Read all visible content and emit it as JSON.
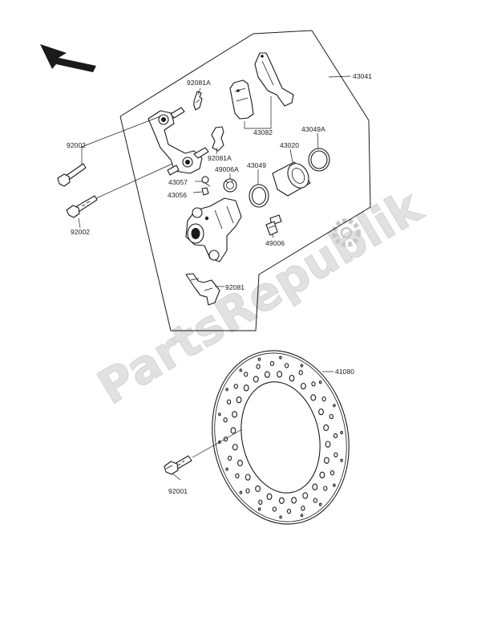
{
  "watermark": "PartsRepublik",
  "parts": {
    "p43041": "43041",
    "p92081A_top": "92081A",
    "p43082": "43082",
    "p43049A": "43049A",
    "p92002_top": "92002",
    "p92081A_mid": "92081A",
    "p43020": "43020",
    "p43049": "43049",
    "p49006A": "49006A",
    "p43057": "43057",
    "p43056": "43056",
    "p92002_bottom": "92002",
    "p49006": "49006",
    "p92081": "92081",
    "p41080": "41080",
    "p92001": "92001"
  }
}
